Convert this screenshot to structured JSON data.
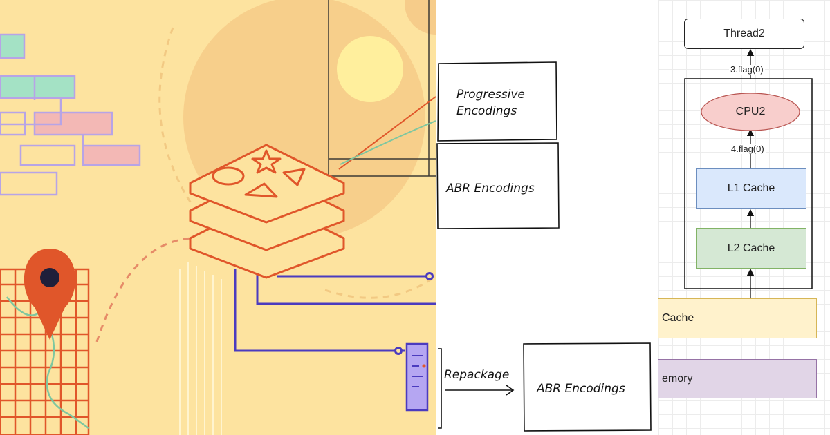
{
  "illustration": {
    "colors": {
      "background": "#fde39f",
      "accent": "#e05a2b",
      "line": "#4b3bbf",
      "sun": "#f7cf8b"
    },
    "icons": [
      "redis-stack-icon",
      "map-pin-icon",
      "server-icon",
      "brick-wall-icon"
    ]
  },
  "sketch": {
    "progressive": "Progressive Encodings",
    "abr_top": "ABR Encodings",
    "repackage": "Repackage",
    "abr_bottom": "ABR Encodings"
  },
  "cache_diagram": {
    "thread": "Thread2",
    "edge_top": "3.flag(0)",
    "cpu": "CPU2",
    "edge_mid": "4.flag(0)",
    "l1": "L1 Cache",
    "l2": "L2 Cache",
    "shared": "Cache",
    "memory": "emory",
    "colors": {
      "cpu_fill": "#f8cecc",
      "cpu_stroke": "#b85450",
      "l1_fill": "#dae8fc",
      "l1_stroke": "#6c8ebf",
      "l2_fill": "#d5e8d4",
      "l2_stroke": "#82b366",
      "shared_fill": "#fff2cc",
      "shared_stroke": "#d6b656",
      "memory_fill": "#e1d5e7",
      "memory_stroke": "#9673a6"
    }
  }
}
